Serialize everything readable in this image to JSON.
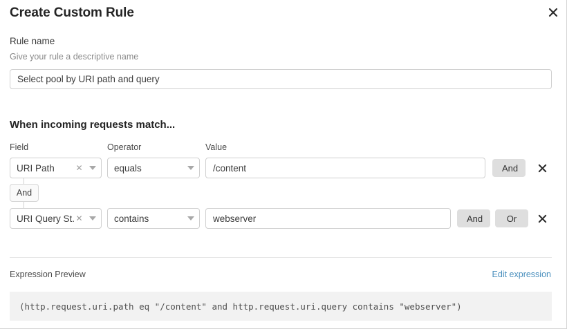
{
  "dialog": {
    "title": "Create Custom Rule",
    "close_icon": "close-icon"
  },
  "rule_name": {
    "label": "Rule name",
    "description": "Give your rule a descriptive name",
    "value": "Select pool by URI path and query",
    "placeholder": ""
  },
  "match": {
    "heading": "When incoming requests match...",
    "columns": {
      "field": "Field",
      "operator": "Operator",
      "value": "Value"
    },
    "connector": "And",
    "rows": [
      {
        "field": "URI Path",
        "operator": "equals",
        "value": "/content",
        "buttons": [
          "And"
        ],
        "remove_icon": "close-icon"
      },
      {
        "field": "URI Query St...",
        "operator": "contains",
        "value": "webserver",
        "buttons": [
          "And",
          "Or"
        ],
        "remove_icon": "close-icon"
      }
    ]
  },
  "expression": {
    "label": "Expression Preview",
    "edit_link": "Edit expression",
    "text": "(http.request.uri.path eq \"/content\" and http.request.uri.query contains \"webserver\")"
  },
  "colors": {
    "link": "#4a8fbd",
    "button_bg": "#dedede",
    "border": "#cfcfcf",
    "expr_bg": "#f2f2f2"
  }
}
